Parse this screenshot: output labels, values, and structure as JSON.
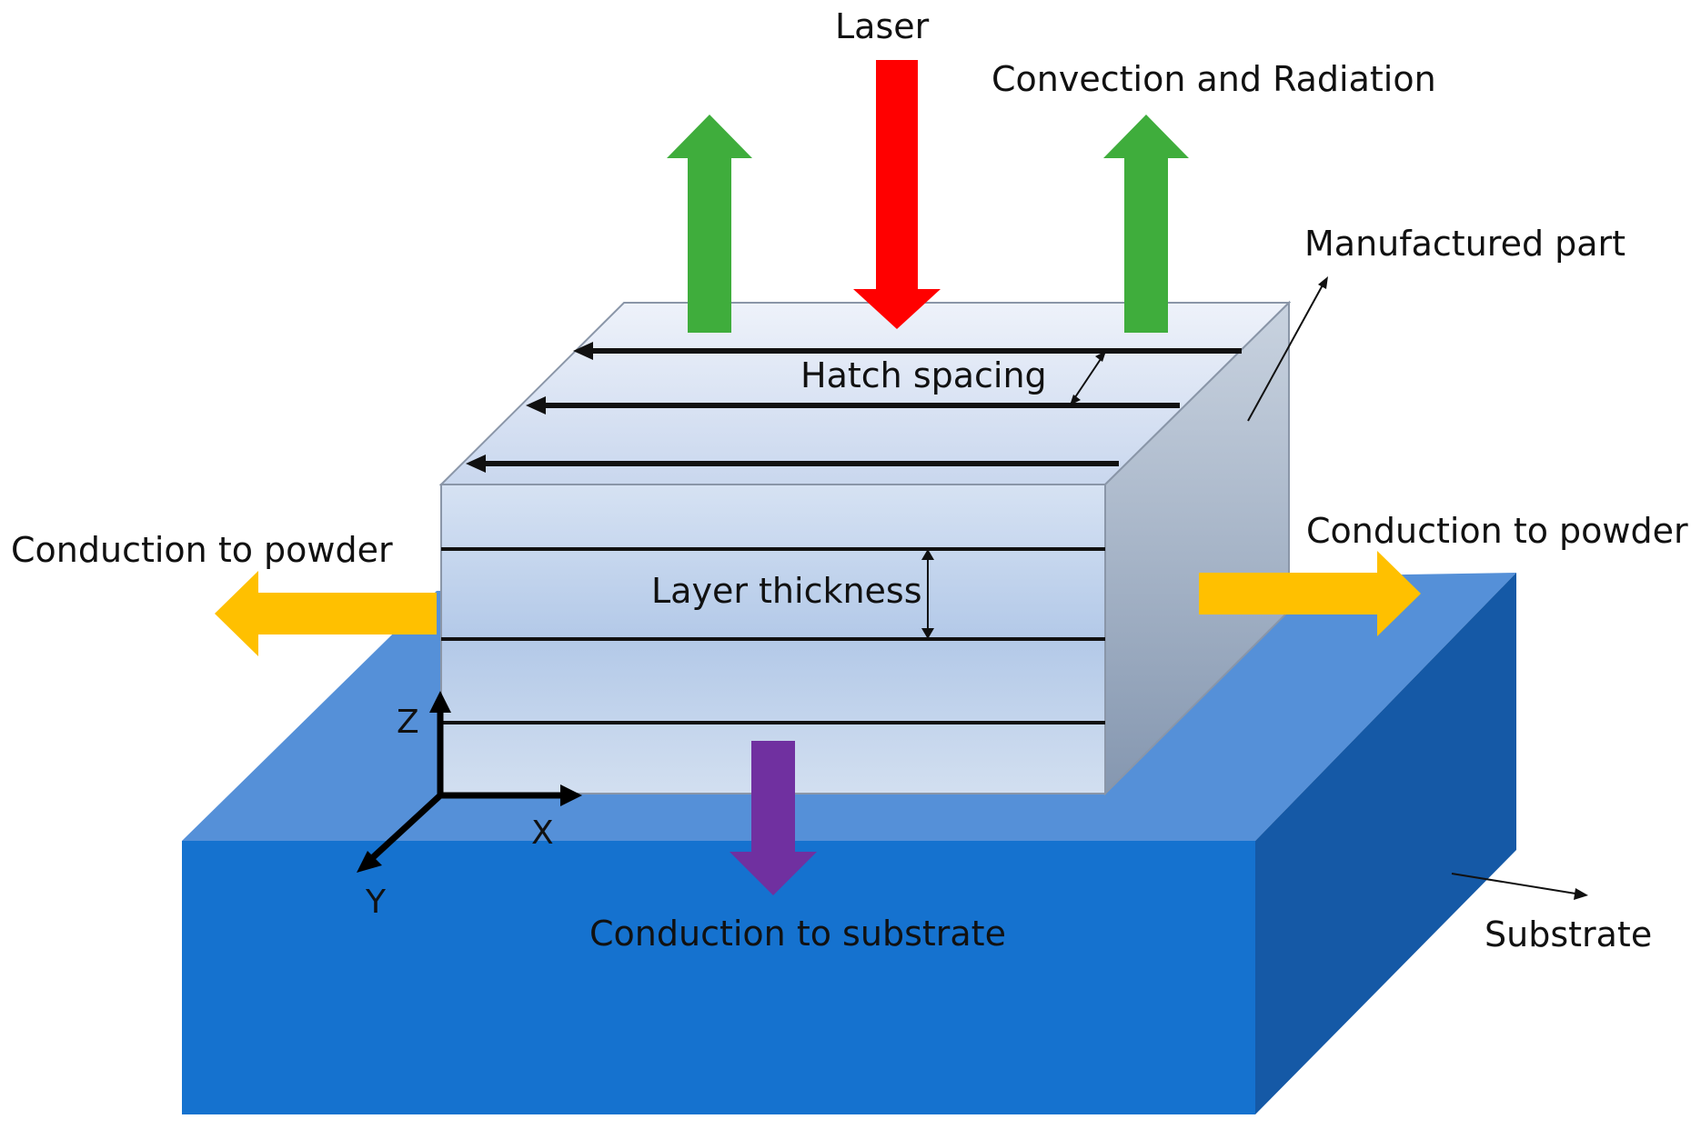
{
  "labels": {
    "laser": "Laser",
    "convection": "Convection and Radiation",
    "manufactured_part": "Manufactured part",
    "hatch_spacing": "Hatch spacing",
    "layer_thickness": "Layer thickness",
    "conduction_powder_left": "Conduction to powder",
    "conduction_powder_right": "Conduction to powder",
    "conduction_substrate": "Conduction to substrate",
    "substrate": "Substrate"
  },
  "axes": {
    "z": "Z",
    "x": "X",
    "y": "Y"
  },
  "colors": {
    "laser_arrow": "#ff0000",
    "convection_arrow": "#3fad3c",
    "powder_arrow": "#ffc000",
    "substrate_arrow": "#7030a0",
    "substrate_top": "#5590d8",
    "substrate_front": "#1572cf",
    "substrate_side": "#1559a6"
  }
}
